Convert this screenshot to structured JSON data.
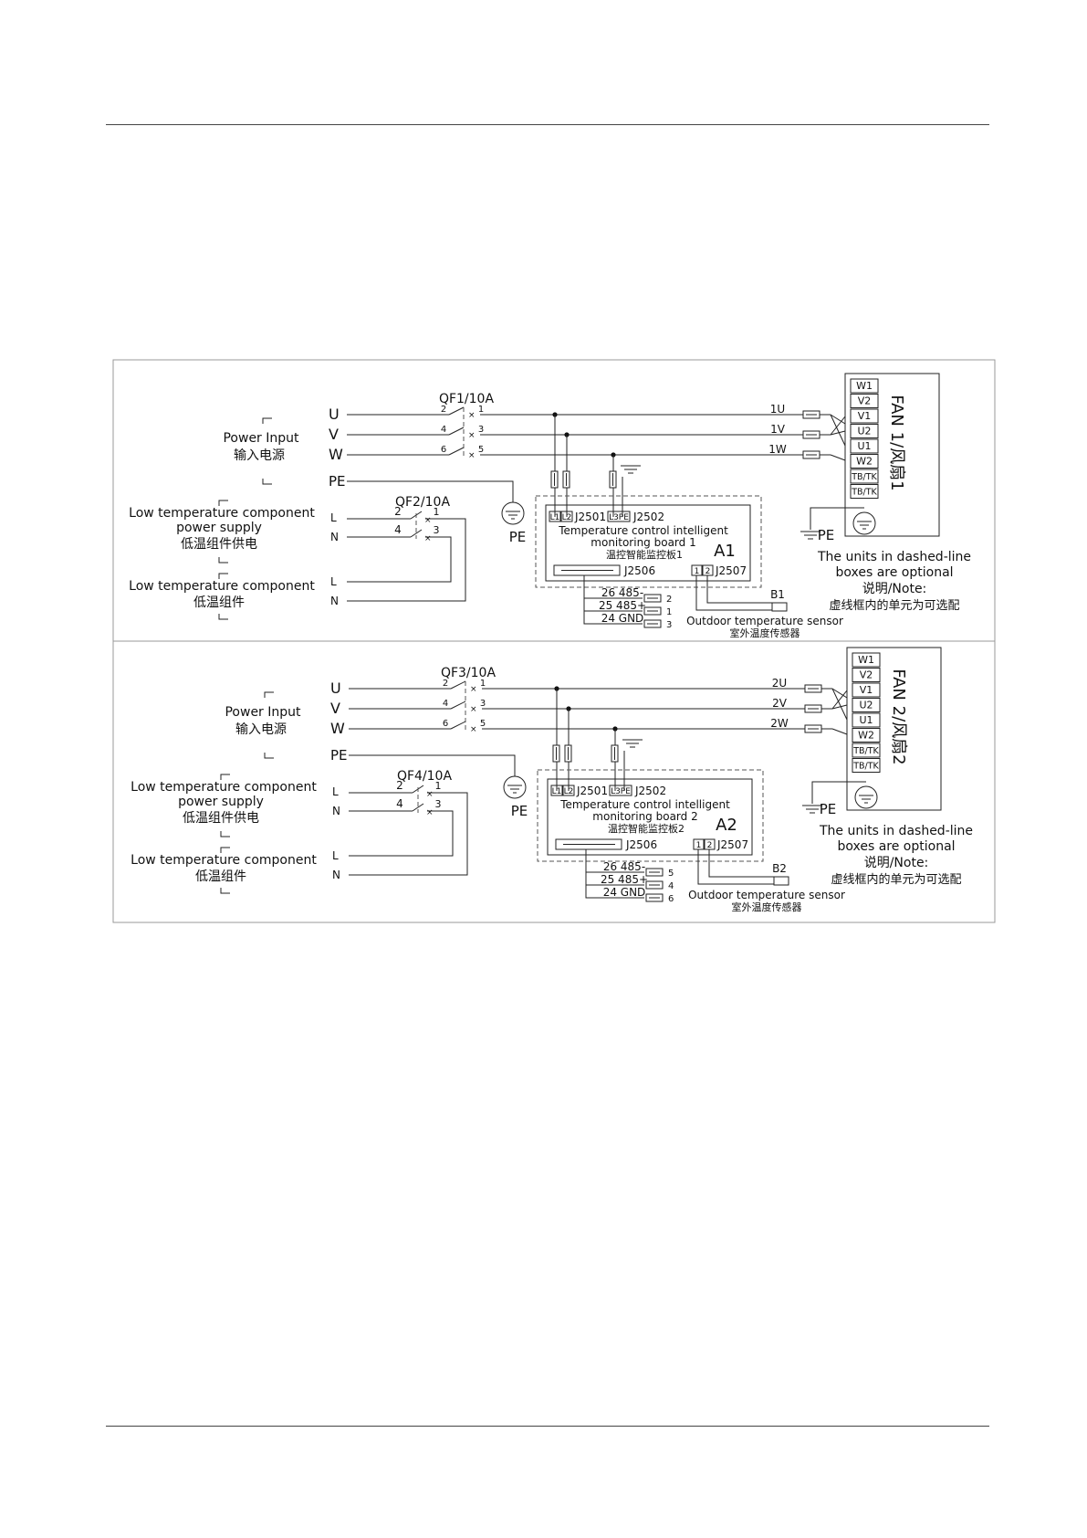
{
  "circuits": [
    {
      "power_input": {
        "en": "Power Input",
        "zh": "输入电源"
      },
      "phases": [
        "U",
        "V",
        "W"
      ],
      "pe": "PE",
      "main_breaker": {
        "label": "QF1/10A",
        "terminals": [
          "2",
          "1",
          "4",
          "3",
          "6",
          "5"
        ]
      },
      "lt_supply": {
        "line1": "Low temperature component",
        "line2": "power supply",
        "zh": "低温组件供电"
      },
      "lt_component": {
        "en": "Low temperature component",
        "zh": "低温组件"
      },
      "ln": [
        "L",
        "N"
      ],
      "lt_breaker": {
        "label": "QF2/10A",
        "terminals": [
          "2",
          "1",
          "4",
          "3"
        ]
      },
      "board": {
        "j2501_pins": [
          "L1",
          "L2"
        ],
        "j2501": "J2501",
        "j2502_pins": "L3PE",
        "j2502": "J2502",
        "title_en_1": "Temperature control intelligent",
        "title_en_2": "monitoring board 1",
        "title_zh": "温控智能监控板1",
        "id": "A1",
        "j2506": "J2506",
        "j2507_pins": [
          "1",
          "2"
        ],
        "j2507": "J2507"
      },
      "bus": [
        {
          "label": "26 485-",
          "n": "2"
        },
        {
          "label": "25 485+",
          "n": "1"
        },
        {
          "label": "24 GND",
          "n": "3"
        }
      ],
      "sensor": {
        "id": "B1",
        "en": "Outdoor temperature sensor",
        "zh": "室外温度传感器"
      },
      "fan_wires": [
        "1U",
        "1V",
        "1W"
      ],
      "fan_terminals": [
        "W1",
        "V2",
        "V1",
        "U2",
        "U1",
        "W2",
        "TB/TK",
        "TB/TK"
      ],
      "fan_label": "FAN 1/风扇1",
      "fan_pe": "PE",
      "note": {
        "line1": "The units in dashed-line",
        "line2": "boxes are optional",
        "line3": "说明/Note:",
        "line4": "虚线框内的单元为可选配"
      }
    },
    {
      "power_input": {
        "en": "Power Input",
        "zh": "输入电源"
      },
      "phases": [
        "U",
        "V",
        "W"
      ],
      "pe": "PE",
      "main_breaker": {
        "label": "QF3/10A",
        "terminals": [
          "2",
          "1",
          "4",
          "3",
          "6",
          "5"
        ]
      },
      "lt_supply": {
        "line1": "Low temperature component",
        "line2": "power supply",
        "zh": "低温组件供电"
      },
      "lt_component": {
        "en": "Low temperature component",
        "zh": "低温组件"
      },
      "ln": [
        "L",
        "N"
      ],
      "lt_breaker": {
        "label": "QF4/10A",
        "terminals": [
          "2",
          "1",
          "4",
          "3"
        ]
      },
      "board": {
        "j2501_pins": [
          "L1",
          "L2"
        ],
        "j2501": "J2501",
        "j2502_pins": "L3PE",
        "j2502": "J2502",
        "title_en_1": "Temperature control intelligent",
        "title_en_2": "monitoring board 2",
        "title_zh": "温控智能监控板2",
        "id": "A2",
        "j2506": "J2506",
        "j2507_pins": [
          "1",
          "2"
        ],
        "j2507": "J2507"
      },
      "bus": [
        {
          "label": "26 485-",
          "n": "5"
        },
        {
          "label": "25 485+",
          "n": "4"
        },
        {
          "label": "24 GND",
          "n": "6"
        }
      ],
      "sensor": {
        "id": "B2",
        "en": "Outdoor temperature sensor",
        "zh": "室外温度传感器"
      },
      "fan_wires": [
        "2U",
        "2V",
        "2W"
      ],
      "fan_terminals": [
        "W1",
        "V2",
        "V1",
        "U2",
        "U1",
        "W2",
        "TB/TK",
        "TB/TK"
      ],
      "fan_label": "FAN 2/风扇2",
      "fan_pe": "PE",
      "note": {
        "line1": "The units in dashed-line",
        "line2": "boxes are optional",
        "line3": "说明/Note:",
        "line4": "虚线框内的单元为可选配"
      }
    }
  ]
}
